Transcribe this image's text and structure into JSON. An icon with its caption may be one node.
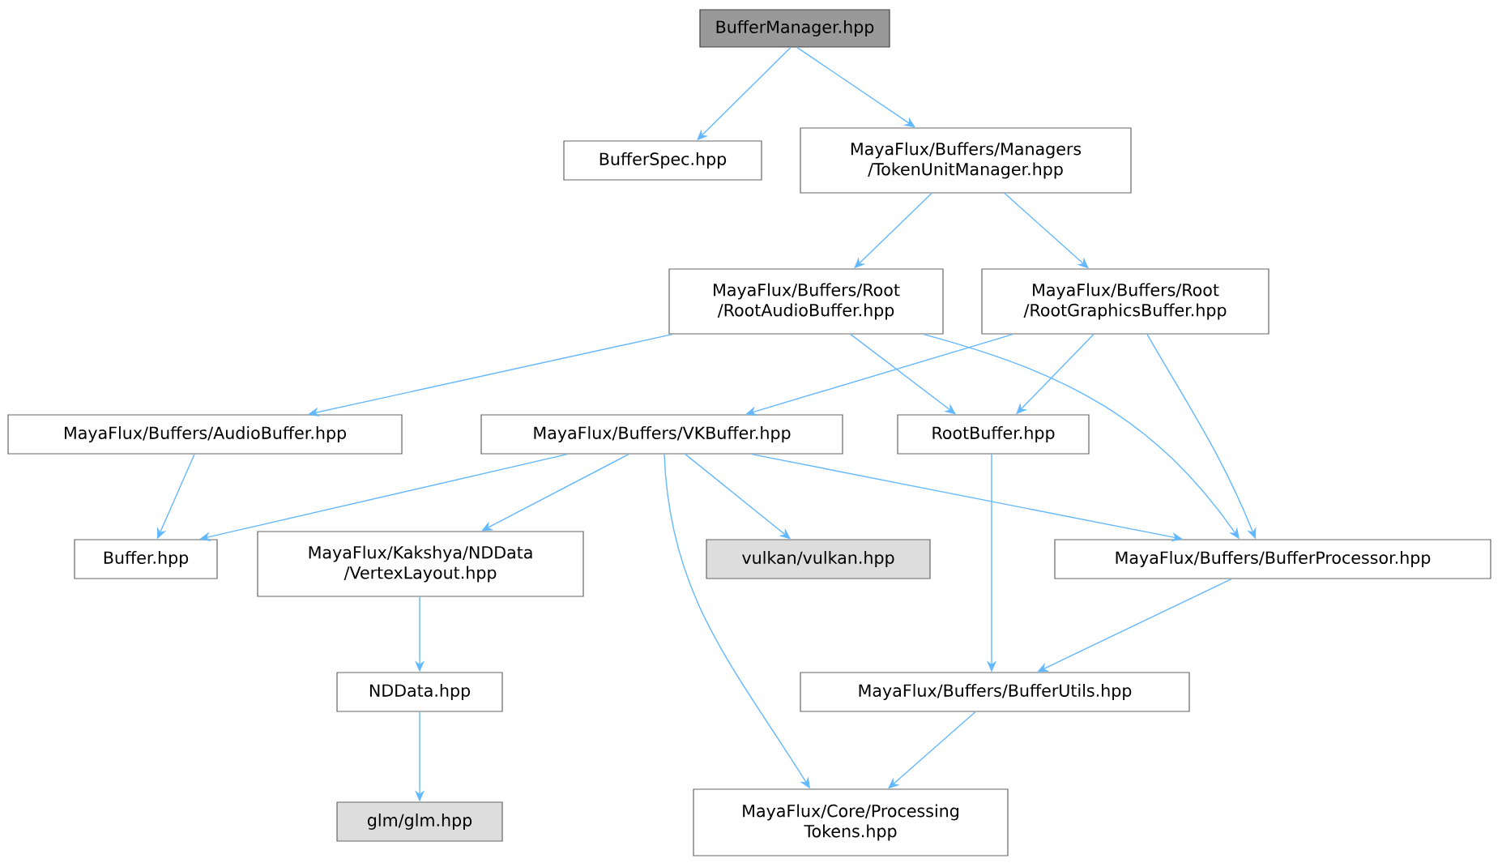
{
  "diagram": {
    "nodes": [
      {
        "text": [
          "BufferManager.hpp"
        ]
      },
      {
        "text": [
          "BufferSpec.hpp"
        ]
      },
      {
        "text": [
          "MayaFlux/Buffers/Managers /TokenUnitManager.hpp"
        ]
      },
      {
        "text": [
          "MayaFlux/Buffers/Root /RootAudioBuffer.hpp"
        ]
      },
      {
        "text": [
          "MayaFlux/Buffers/Root /RootGraphicsBuffer.hpp"
        ]
      },
      {
        "text": [
          "MayaFlux/Buffers/AudioBuffer.hpp"
        ]
      },
      {
        "text": [
          "MayaFlux/Buffers/VKBuffer.hpp"
        ]
      },
      {
        "text": [
          "RootBuffer.hpp"
        ]
      },
      {
        "text": [
          "Buffer.hpp"
        ]
      },
      {
        "text": [
          "MayaFlux/Kakshya/NDData /VertexLayout.hpp"
        ]
      },
      {
        "text": [
          "vulkan/vulkan.hpp"
        ]
      },
      {
        "text": [
          "MayaFlux/Buffers/BufferProcessor.hpp"
        ]
      },
      {
        "text": [
          "NDData.hpp"
        ]
      },
      {
        "text": [
          "MayaFlux/Buffers/BufferUtils.hpp"
        ]
      },
      {
        "text": [
          "glm/glm.hpp"
        ]
      },
      {
        "text": [
          "MayaFlux/Core/Processing Tokens.hpp"
        ]
      }
    ],
    "edges": [
      {
        "from": 0,
        "to": 1,
        "arrow": "to"
      },
      {
        "from": 0,
        "to": 2,
        "arrow": "to"
      },
      {
        "from": 2,
        "to": 3,
        "arrow": "to"
      },
      {
        "from": 2,
        "to": 4,
        "arrow": "to"
      },
      {
        "from": 3,
        "to": 5,
        "arrow": "to"
      },
      {
        "from": 3,
        "to": 7,
        "arrow": "to"
      },
      {
        "from": 3,
        "to": 11,
        "arrow": "to"
      },
      {
        "from": 4,
        "to": 6,
        "arrow": "to"
      },
      {
        "from": 4,
        "to": 7,
        "arrow": "to"
      },
      {
        "from": 4,
        "to": 11,
        "arrow": "to"
      },
      {
        "from": 5,
        "to": 8,
        "arrow": "to"
      },
      {
        "from": 6,
        "to": 8,
        "arrow": "to"
      },
      {
        "from": 6,
        "to": 9,
        "arrow": "to"
      },
      {
        "from": 6,
        "to": 10,
        "arrow": "to"
      },
      {
        "from": 6,
        "to": 11,
        "arrow": "to"
      },
      {
        "from": 6,
        "to": 15,
        "arrow": "to"
      },
      {
        "from": 7,
        "to": 13,
        "arrow": "to"
      },
      {
        "from": 11,
        "to": 13,
        "arrow": "to"
      },
      {
        "from": 9,
        "to": 12,
        "arrow": "to"
      },
      {
        "from": 12,
        "to": 14,
        "arrow": "to"
      },
      {
        "from": 13,
        "to": 15,
        "arrow": "to"
      }
    ]
  }
}
